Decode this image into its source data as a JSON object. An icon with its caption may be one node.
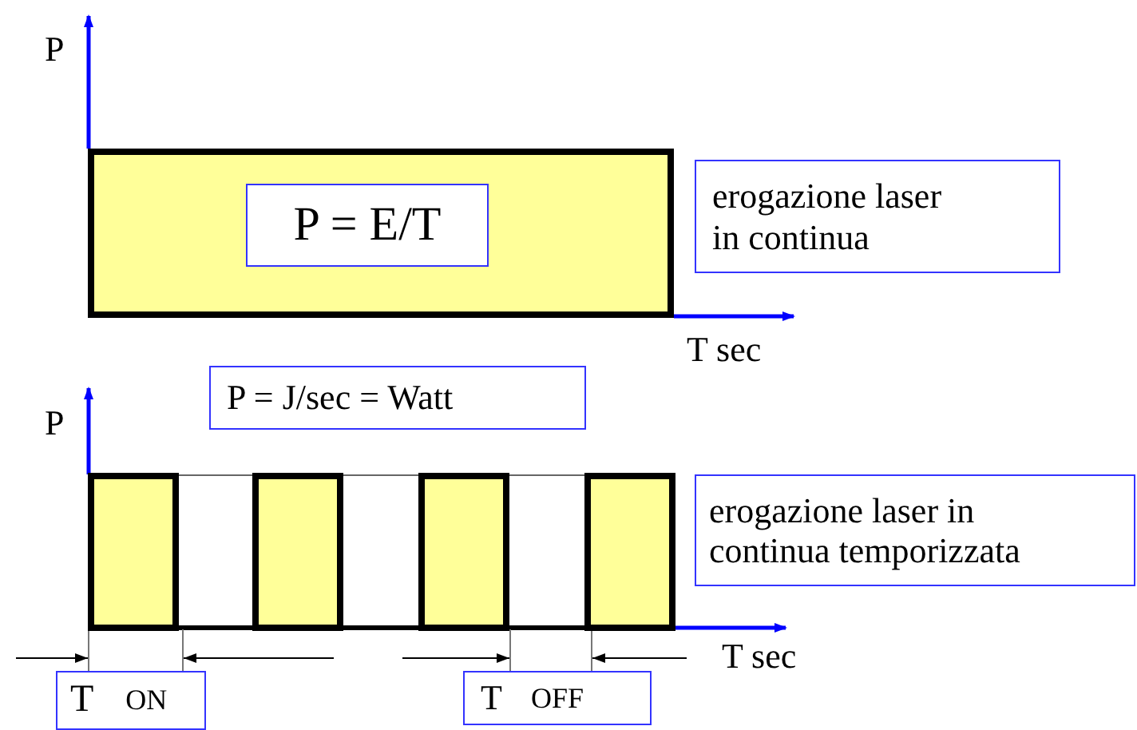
{
  "diagram": {
    "nodes": [
      {
        "text": [],
        "shape": "box"
      },
      {
        "text": [
          "P = E/T"
        ],
        "in": 0
      },
      {
        "text": [
          "erogazione laser in continua"
        ]
      },
      {
        "text": [
          "P = J/sec = Watt"
        ]
      },
      {
        "text": [],
        "shape": "box"
      },
      {
        "text": [],
        "shape": "box"
      },
      {
        "text": [],
        "shape": "box"
      },
      {
        "text": [],
        "shape": "box"
      },
      {
        "text": [
          "erogazione laser in continua temporizzata"
        ]
      },
      {
        "text": [
          "T",
          "ON"
        ]
      },
      {
        "text": [
          "T",
          "OFF"
        ]
      }
    ],
    "labels": [
      "P",
      "T sec",
      "P",
      "T sec"
    ]
  }
}
